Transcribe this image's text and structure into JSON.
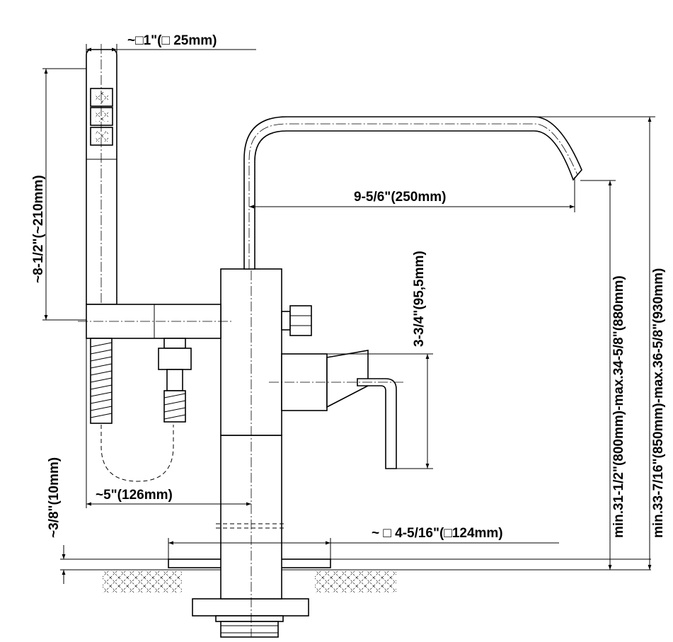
{
  "drawing": {
    "title": "Floor-standing bath mixer with hand shower - dimension drawing",
    "dimensions": {
      "handshower_width": "~□1\"(□ 25mm)",
      "handshower_length": "~8-1/2\"(~210mm)",
      "spout_reach": "9-5/6\"(250mm)",
      "handle_height": "3-3/4\"(95,5mm)",
      "hose_offset": "~5\"(126mm)",
      "floor_plate_thickness": "~3/8\"(10mm)",
      "base_plate_size": "~ □ 4-5/16\"(□124mm)",
      "spout_outlet_height": "min.31-1/2\"(800mm)-max.34-5/8\"(880mm)",
      "overall_height": "min.33-7/16\"(850mm)-max.36-5/8\"(930mm)"
    }
  }
}
